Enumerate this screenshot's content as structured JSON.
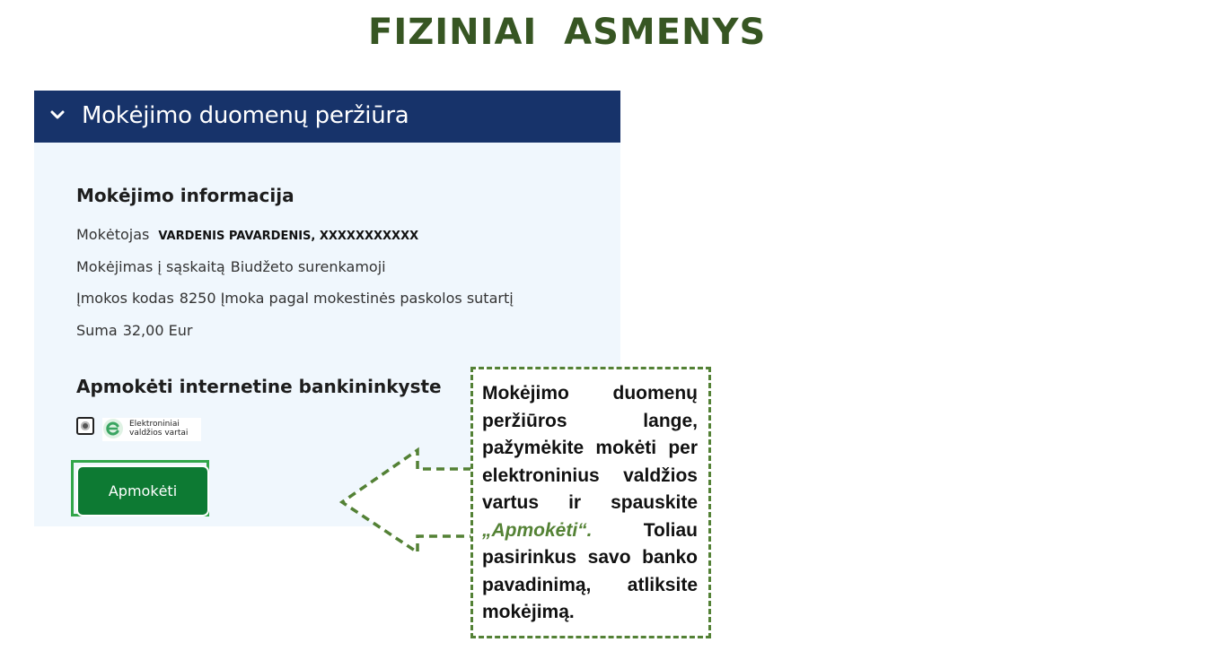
{
  "slide": {
    "title": "FIZINIAI  ASMENYS"
  },
  "panel": {
    "header_title": "Mokėjimo duomenų peržiūra",
    "info_title": "Mokėjimo informacija",
    "payer_label": "Mokėtojas",
    "payer_value": "VARDENIS PAVARDENIS, XXXXXXXXXXX",
    "account_label": "Mokėjimas į sąskaitą",
    "account_value": "Biudžeto surenkamoji",
    "code_label": "Įmokos kodas",
    "code_value": "8250 Įmoka pagal mokestinės paskolos sutartį",
    "sum_label": "Suma",
    "sum_value": "32,00 Eur",
    "bank_title": "Apmokėti internetine bankininkyste",
    "evv_logo_line1": "Elektroniniai",
    "evv_logo_line2": "valdžios vartai",
    "pay_button": "Apmokėti"
  },
  "callout": {
    "text_before": "Mokėjimo duomenų peržiūros lange, pažymėkite mokėti per elektroninius valdžios vartus ir spauskite ",
    "highlight": "„Apmokėti“.",
    "text_after": " Toliau pasirinkus savo banko pavadinimą, atliksite mokėjimą."
  },
  "colors": {
    "title_green": "#375623",
    "header_navy": "#17336a",
    "panel_bg": "#f0f7fd",
    "button_green": "#0d7a33",
    "outline_green": "#32a64a",
    "dashed_green": "#538135"
  },
  "icons": {
    "header": "chevron-down-icon",
    "radio": "radio-selected-icon",
    "logo": "evv-logo-icon",
    "arrow": "dashed-arrow-left-icon"
  }
}
